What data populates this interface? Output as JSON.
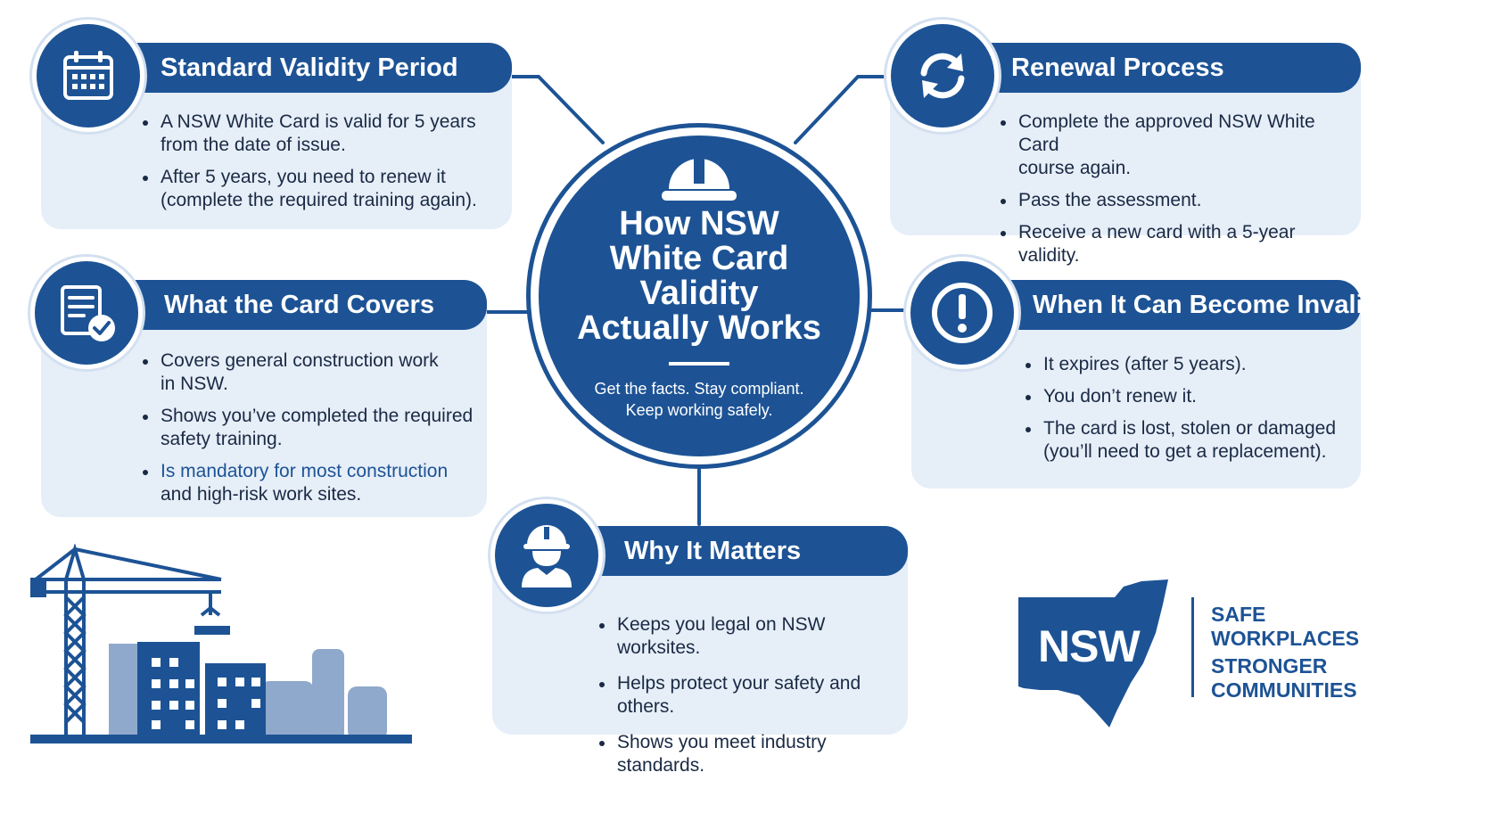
{
  "colors": {
    "primary": "#1d5395",
    "card_bg": "#e6eef8",
    "text": "#1a2a44",
    "light": "#8fa9cc"
  },
  "center": {
    "title_lines": [
      "How NSW",
      "White Card",
      "Validity",
      "Actually Works"
    ],
    "subtitle_lines": [
      "Get the facts. Stay compliant.",
      "Keep working safely."
    ],
    "icon": "hard-hat-icon"
  },
  "sections": {
    "standard_validity": {
      "title": "Standard Validity Period",
      "icon": "calendar-icon",
      "bullets": [
        [
          "A NSW White Card is valid for 5 years",
          "from the date of issue."
        ],
        [
          "After 5 years, you need to renew it",
          "(complete the required training again)."
        ]
      ]
    },
    "renewal": {
      "title": "Renewal Process",
      "icon": "refresh-icon",
      "bullets": [
        [
          "Complete the approved NSW White Card",
          "course again."
        ],
        [
          "Pass the assessment."
        ],
        [
          "Receive a new card with a 5-year validity."
        ]
      ]
    },
    "coverage": {
      "title": "What the Card Covers",
      "icon": "document-check-icon",
      "bullets": [
        [
          "Covers general construction work",
          "in NSW."
        ],
        [
          "Shows you’ve completed the required",
          "safety training."
        ],
        [
          "Is mandatory for most construction",
          "and high-risk work sites."
        ]
      ]
    },
    "invalid": {
      "title": "When It Can Become Invalid",
      "icon": "exclamation-icon",
      "bullets": [
        [
          "It expires (after 5 years)."
        ],
        [
          "You don’t renew it."
        ],
        [
          "The card is lost, stolen or damaged",
          "(you’ll need to get a replacement)."
        ]
      ]
    },
    "why": {
      "title": "Why It Matters",
      "icon": "worker-icon",
      "bullets": [
        [
          "Keeps you legal on NSW worksites."
        ],
        [
          "Helps protect your safety and others."
        ],
        [
          "Shows you meet industry standards."
        ]
      ]
    }
  },
  "logo": {
    "text": "NSW",
    "tagline": [
      "SAFE",
      "WORKPLACES",
      "STRONGER",
      "COMMUNITIES"
    ]
  },
  "illustration": "construction-crane-illustration"
}
